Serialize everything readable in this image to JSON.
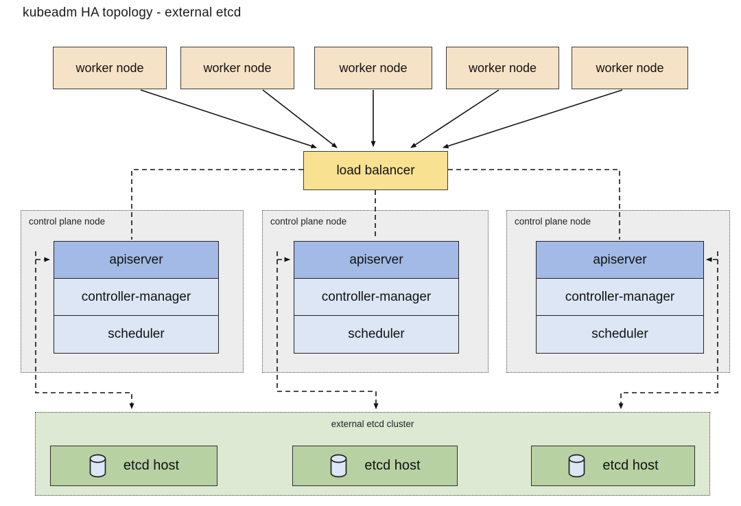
{
  "title": "kubeadm HA topology - external etcd",
  "worker_nodes": [
    {
      "label": "worker node"
    },
    {
      "label": "worker node"
    },
    {
      "label": "worker node"
    },
    {
      "label": "worker node"
    },
    {
      "label": "worker node"
    }
  ],
  "load_balancer": {
    "label": "load balancer"
  },
  "control_planes": [
    {
      "label": "control plane node",
      "components": [
        {
          "label": "apiserver"
        },
        {
          "label": "controller-manager"
        },
        {
          "label": "scheduler"
        }
      ]
    },
    {
      "label": "control plane node",
      "components": [
        {
          "label": "apiserver"
        },
        {
          "label": "controller-manager"
        },
        {
          "label": "scheduler"
        }
      ]
    },
    {
      "label": "control plane node",
      "components": [
        {
          "label": "apiserver"
        },
        {
          "label": "controller-manager"
        },
        {
          "label": "scheduler"
        }
      ]
    }
  ],
  "etcd_cluster": {
    "label": "external etcd cluster",
    "hosts": [
      {
        "label": "etcd host",
        "icon": "database-cylinder-icon"
      },
      {
        "label": "etcd host",
        "icon": "database-cylinder-icon"
      },
      {
        "label": "etcd host",
        "icon": "database-cylinder-icon"
      }
    ]
  },
  "colors": {
    "worker_fill": "#f6e2c6",
    "load_balancer_fill": "#f8e292",
    "control_plane_fill": "#ededed",
    "apiserver_fill": "#a3bae6",
    "component_fill": "#dce6f4",
    "etcd_cluster_fill": "#dde9d3",
    "etcd_host_fill": "#b8d1a2",
    "db_icon_fill": "#dce6f4",
    "line_color": "#1a1a1a"
  }
}
